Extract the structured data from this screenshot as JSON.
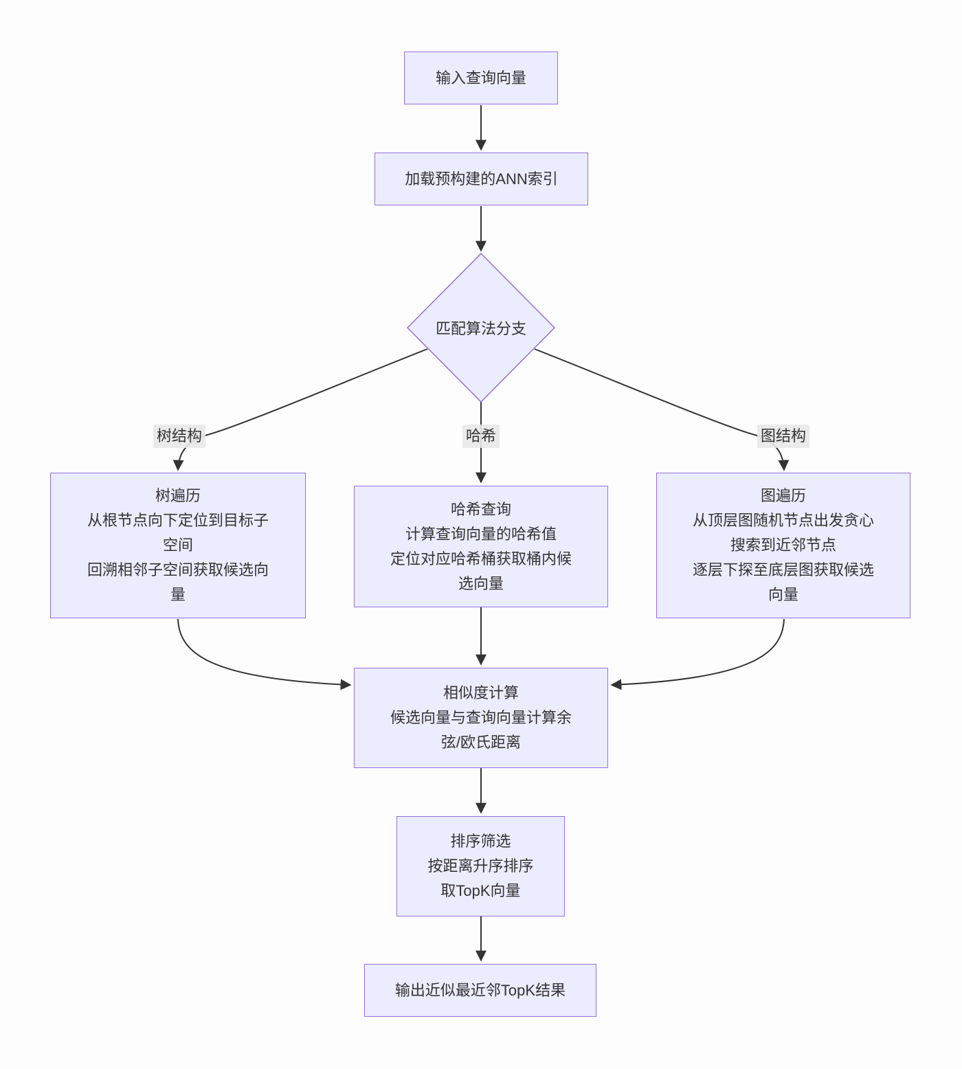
{
  "diagram": {
    "type": "flowchart",
    "direction": "top-down",
    "nodes": {
      "input": {
        "shape": "rect",
        "label": "输入查询向量"
      },
      "load": {
        "shape": "rect",
        "label": "加载预构建的ANN索引"
      },
      "branch": {
        "shape": "diamond",
        "label": "匹配算法分支"
      },
      "tree": {
        "shape": "rect",
        "label": "树遍历\n从根节点向下定位到目标子\n空间\n回溯相邻子空间获取候选向\n量"
      },
      "hash": {
        "shape": "rect",
        "label": "哈希查询\n计算查询向量的哈希值\n定位对应哈希桶获取桶内候\n选向量"
      },
      "graph": {
        "shape": "rect",
        "label": "图遍历\n从顶层图随机节点出发贪心\n搜索到近邻节点\n逐层下探至底层图获取候选\n向量"
      },
      "similarity": {
        "shape": "rect",
        "label": "相似度计算\n候选向量与查询向量计算余\n弦/欧氏距离"
      },
      "sort": {
        "shape": "rect",
        "label": "排序筛选\n按距离升序排序\n取TopK向量"
      },
      "output": {
        "shape": "rect",
        "label": "输出近似最近邻TopK结果"
      }
    },
    "edge_labels": {
      "tree": "树结构",
      "hash": "哈希",
      "graph": "图结构"
    },
    "edges": [
      {
        "from": "input",
        "to": "load"
      },
      {
        "from": "load",
        "to": "branch"
      },
      {
        "from": "branch",
        "to": "tree",
        "label": "树结构"
      },
      {
        "from": "branch",
        "to": "hash",
        "label": "哈希"
      },
      {
        "from": "branch",
        "to": "graph",
        "label": "图结构"
      },
      {
        "from": "tree",
        "to": "similarity"
      },
      {
        "from": "hash",
        "to": "similarity"
      },
      {
        "from": "graph",
        "to": "similarity"
      },
      {
        "from": "similarity",
        "to": "sort"
      },
      {
        "from": "sort",
        "to": "output"
      }
    ],
    "colors": {
      "background": "#FDFDFD",
      "node_fill": "#ECECFF",
      "node_border": "#9370DB",
      "edge_line": "#333333",
      "text": "#333333",
      "edge_label_bg": "#E8E8E8"
    }
  }
}
